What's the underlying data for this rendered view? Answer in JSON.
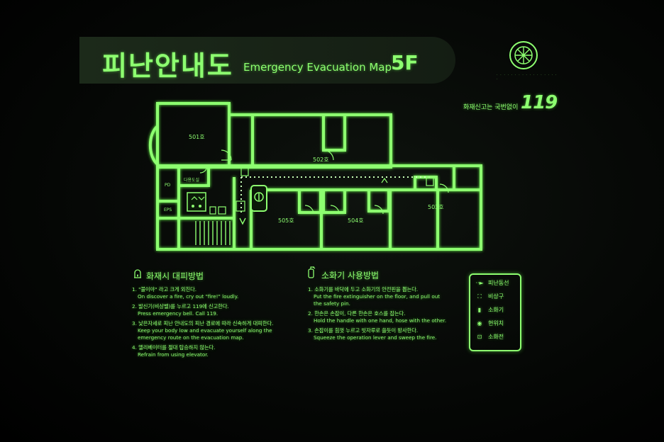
{
  "header": {
    "title_ko": "피난안내도",
    "title_en": "Emergency Evacuation Map",
    "floor": "5F"
  },
  "report": {
    "text_ko": "화재신고는 국번없이",
    "number": "119"
  },
  "rooms": {
    "r501": "501호",
    "r502": "502호",
    "r503": "503호",
    "r504": "504호",
    "r505": "505호",
    "pd": "PD",
    "eps": "EPS",
    "multi": "다용도실"
  },
  "fire_guide": {
    "title": "화재시 대피방법",
    "steps": [
      {
        "ko": "1. \"불이야\" 라고 크게 외친다.",
        "en": "On discover a fire, cry out \"fire!\" loudly."
      },
      {
        "ko": "2. 발신기(비상벨)를 누르고 119에 신고한다.",
        "en": "Press emergency bell. Call 119."
      },
      {
        "ko": "3. 낮은자세로 피난 안내도의 피난 경로에 따라 신속하게 대피한다.",
        "en": "Keep your body low and evacuate yourself along the emergency route on the evacuation map."
      },
      {
        "ko": "4. 엘리베이터를 절대 탑승하지 않는다.",
        "en": "Refrain from using elevator."
      }
    ]
  },
  "extinguisher_guide": {
    "title": "소화기 사용방법",
    "steps": [
      {
        "ko": "1. 소화기를 바닥에 두고 소화기의 안전핀을 뽑는다.",
        "en": "Put the fire extinguisher on the floor, and pull out the safety pin."
      },
      {
        "ko": "2. 한손은 손잡이, 다른 한손은 호스를 잡는다.",
        "en": "Hold the handle with one hand, hose with the other."
      },
      {
        "ko": "3. 손잡이를 힘껏 누르고 빗자루로 쓸듯이 방사한다.",
        "en": "Squeeze the operation lever and sweep the fire."
      }
    ]
  },
  "legend": {
    "items": [
      {
        "icon": "evacuation-route-icon",
        "label": "피난동선"
      },
      {
        "icon": "emergency-exit-icon",
        "label": "비상구"
      },
      {
        "icon": "extinguisher-icon",
        "label": "소화기"
      },
      {
        "icon": "you-are-here-icon",
        "label": "현위치"
      },
      {
        "icon": "hydrant-icon",
        "label": "소화전"
      }
    ]
  },
  "colors": {
    "glow": "#8dff70",
    "background": "#000000",
    "header_band": "#1c2a1a"
  }
}
